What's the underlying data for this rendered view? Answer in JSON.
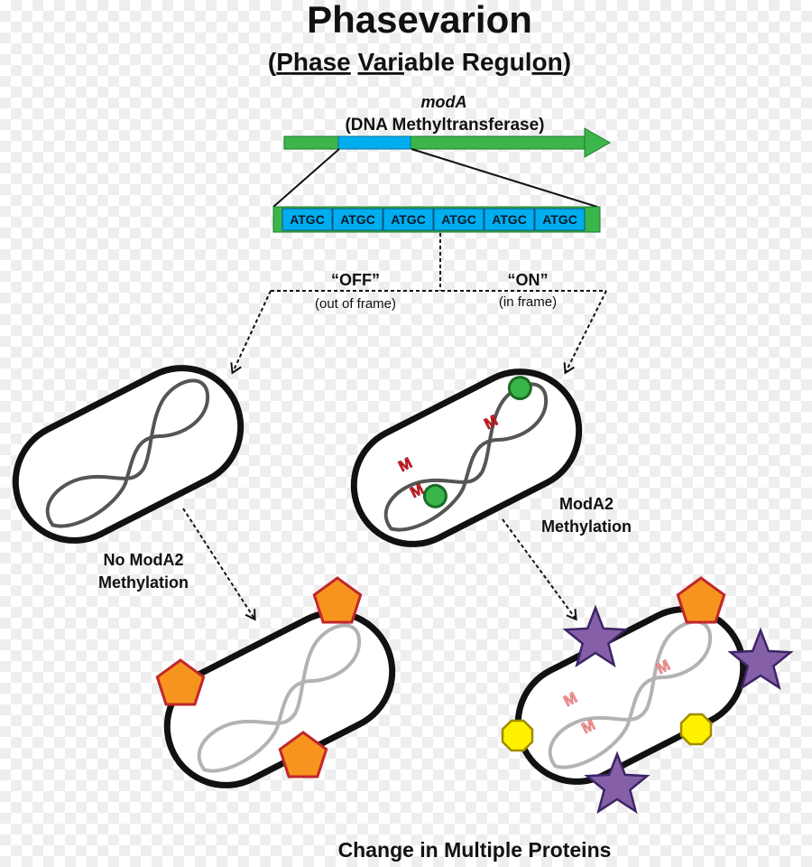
{
  "title": "Phasevarion",
  "subtitle": {
    "open": "(",
    "w1_under": "Phase",
    "space1": " ",
    "w2_under": "Vari",
    "w2_rest": "able Regul",
    "w3_under": "on",
    "close": ")"
  },
  "gene": {
    "name": "modA",
    "description": "(DNA Methyltransferase)",
    "repeats": [
      "ATGC",
      "ATGC",
      "ATGC",
      "ATGC",
      "ATGC",
      "ATGC"
    ]
  },
  "branches": {
    "off_label": "“OFF”",
    "off_sub": "(out of frame)",
    "on_label": "“ON”",
    "on_sub": "(in frame)"
  },
  "labels": {
    "no_methylation_line1": "No ModA2",
    "no_methylation_line2": "Methylation",
    "methylation_line1": "ModA2",
    "methylation_line2": "Methylation",
    "bottom": "Change in Multiple Proteins",
    "methyl_mark": "M"
  },
  "colors": {
    "gene_green": "#3cb54a",
    "repeat_blue": "#00aeef",
    "methyl_red": "#e0222b",
    "methyl_pink": "#f29a98",
    "pentagon_orange": "#f7941d",
    "octagon_yellow": "#fff200",
    "star_purple": "#8560a8",
    "enzyme_green": "#39b54a"
  }
}
